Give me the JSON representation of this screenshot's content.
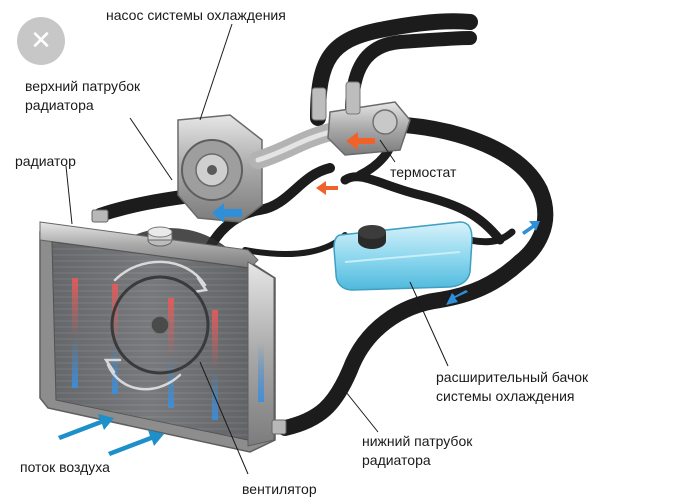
{
  "labels": {
    "pump": "насос системы охлаждения",
    "upper_hose_1": "верхний патрубок",
    "upper_hose_2": "радиатора",
    "radiator": "радиатор",
    "thermostat": "термостат",
    "tank_1": "расширительный бачок",
    "tank_2": "системы охлаждения",
    "lower_hose_1": "нижний патрубок",
    "lower_hose_2": "радиатора",
    "airflow": "поток воздуха",
    "fan": "вентилятор"
  },
  "close_button": {
    "icon": "close-icon",
    "glyph": "✕"
  },
  "colors": {
    "hose": "#1c1c1c",
    "radiator_frame": "#9a9a9a",
    "radiator_core": "#6d6f72",
    "tank": "#7fd3ec",
    "hot_arrow": "#f0622a",
    "cold_arrow": "#2f8fd8",
    "airflow_arrow": "#1d8fc9",
    "metal": "#b9b9b9"
  }
}
